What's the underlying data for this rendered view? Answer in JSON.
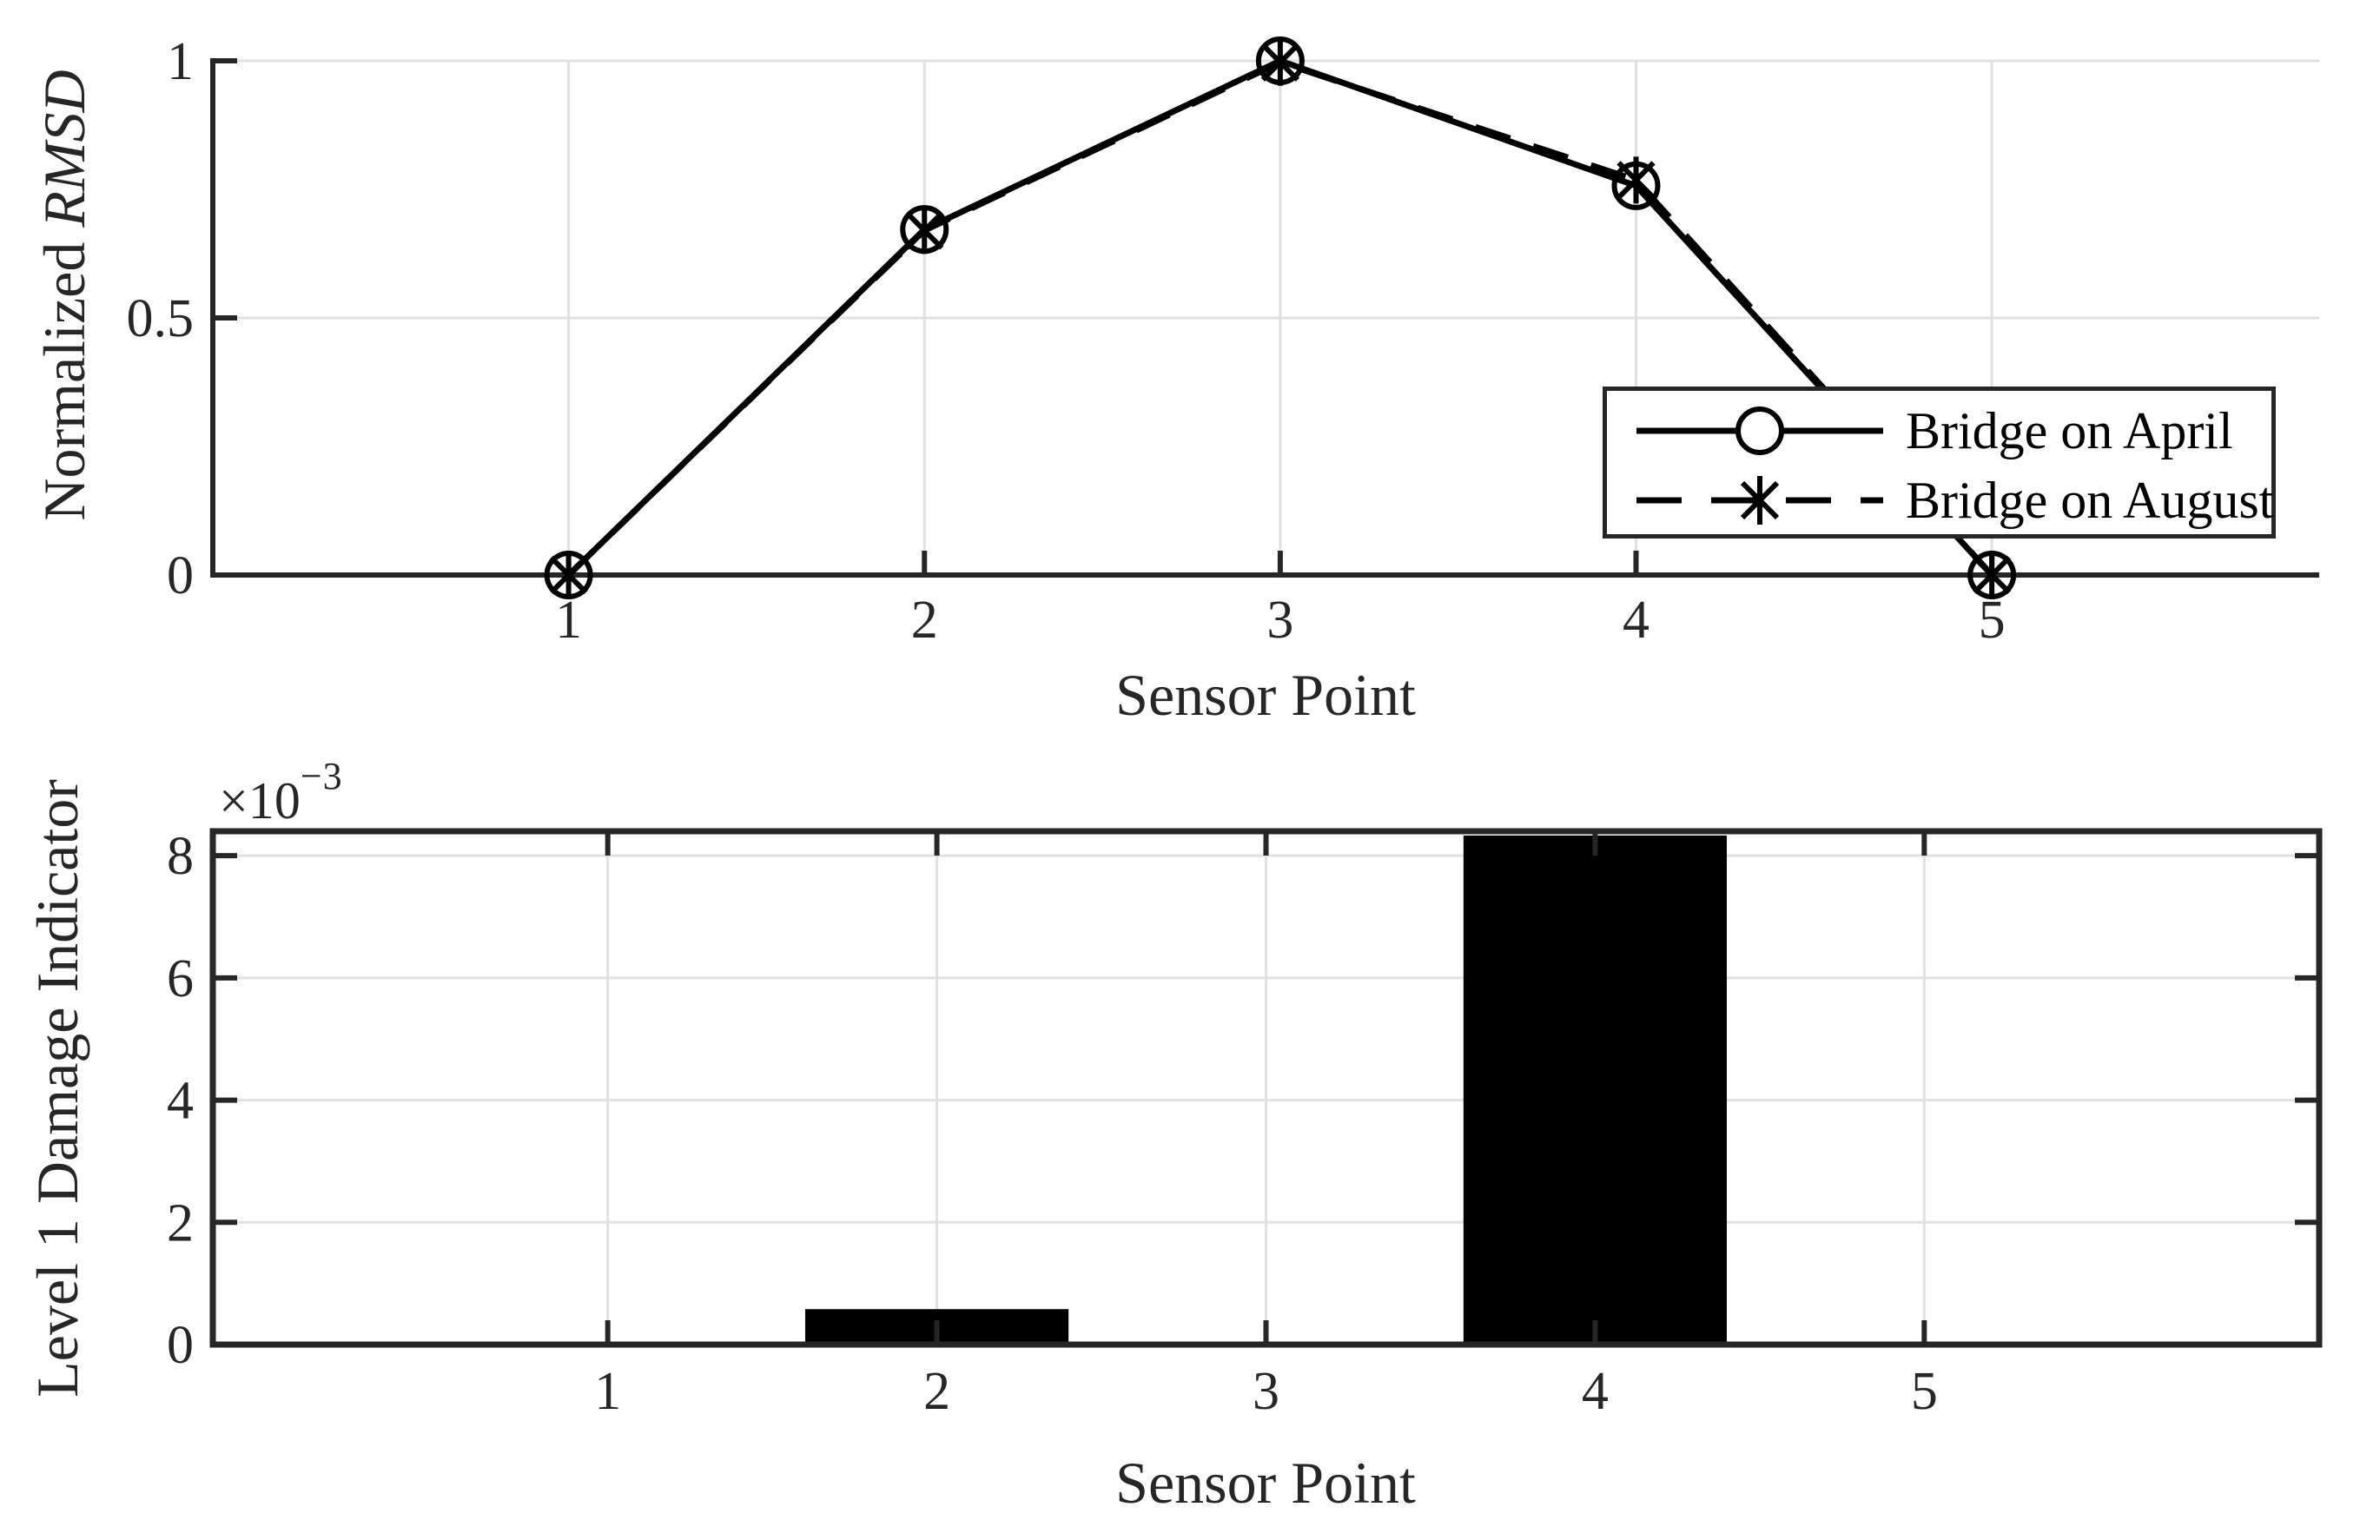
{
  "figure": {
    "background": "#ffffff",
    "axis_color": "#262626",
    "grid_color": "#e0e0e0",
    "data_color": "#000000",
    "exponent_label": {
      "base": "×10",
      "power": "−3"
    }
  },
  "chart_data": [
    {
      "type": "line",
      "title": "",
      "xlabel": "Sensor Point",
      "ylabel": "Normalized RMSD",
      "ylabel_prefix": "Normalized ",
      "ylabel_italic": "RMSD",
      "x": [
        1,
        2,
        3,
        4,
        5
      ],
      "xticks": [
        1,
        2,
        3,
        4,
        5
      ],
      "xtick_labels": [
        "1",
        "2",
        "3",
        "4",
        "5"
      ],
      "yticks": [
        0,
        0.5,
        1
      ],
      "ytick_labels": [
        "0",
        "0.5",
        "1"
      ],
      "xlim": [
        0,
        5.92
      ],
      "ylim": [
        0,
        1
      ],
      "grid": true,
      "legend_position": "inside lower right",
      "series": [
        {
          "name": "Bridge on April",
          "values": [
            0,
            0.672,
            1.0,
            0.757,
            0
          ],
          "line_style": "solid",
          "marker": "circle"
        },
        {
          "name": "Bridge on August",
          "values": [
            0,
            0.67,
            0.997,
            0.768,
            0
          ],
          "line_style": "dashed",
          "marker": "asterisk"
        }
      ]
    },
    {
      "type": "bar",
      "title": "",
      "xlabel": "Sensor Point",
      "ylabel": "Level 1 Damage Indicator",
      "scale_label": "×10⁻³",
      "categories": [
        1,
        2,
        3,
        4,
        5
      ],
      "values": [
        0,
        0.00058,
        0,
        0.00833,
        0
      ],
      "bar_color": "#000000",
      "bar_width_ratio": 0.8,
      "xticks": [
        1,
        2,
        3,
        4,
        5
      ],
      "xtick_labels": [
        "1",
        "2",
        "3",
        "4",
        "5"
      ],
      "yticks": [
        0,
        0.002,
        0.004,
        0.006,
        0.008
      ],
      "ytick_labels": [
        "0",
        "2",
        "4",
        "6",
        "8"
      ],
      "xlim": [
        -0.2,
        6.2
      ],
      "ylim": [
        0,
        0.0084
      ],
      "grid": true
    }
  ],
  "legend": {
    "entries": [
      {
        "label": "Bridge on April",
        "line_style": "solid",
        "marker": "circle"
      },
      {
        "label": "Bridge on August",
        "line_style": "dashed",
        "marker": "asterisk"
      }
    ]
  }
}
